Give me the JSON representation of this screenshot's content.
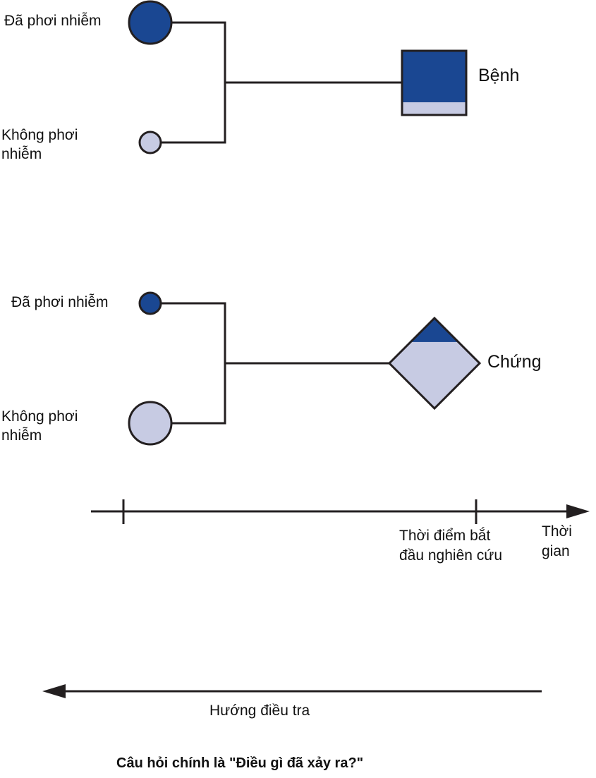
{
  "colors": {
    "exposed": "#1a4792",
    "unexposed": "#c7cbe3",
    "line": "#231f20",
    "text": "#111111"
  },
  "case_group": {
    "exposed_label": "Đã phơi nhiễm",
    "unexposed_label_line1": "Không phơi",
    "unexposed_label_line2": "nhiễm",
    "outcome_label": "Bệnh",
    "outcome_shape": "square",
    "exposed_fraction": 0.8
  },
  "control_group": {
    "exposed_label": "Đã phơi nhiễm",
    "unexposed_label_line1": "Không phơi",
    "unexposed_label_line2": "nhiễm",
    "outcome_label": "Chứng",
    "outcome_shape": "diamond",
    "exposed_fraction": 0.14
  },
  "timeline": {
    "study_start_line1": "Thời điểm bắt",
    "study_start_line2": "đầu nghiên cứu",
    "time_line1": "Thời",
    "time_line2": "gian",
    "direction": "right"
  },
  "investigation": {
    "label": "Hướng điều tra",
    "direction": "left"
  },
  "footer": {
    "question": "Câu hỏi chính là \"Điều gì đã xảy ra?\""
  }
}
